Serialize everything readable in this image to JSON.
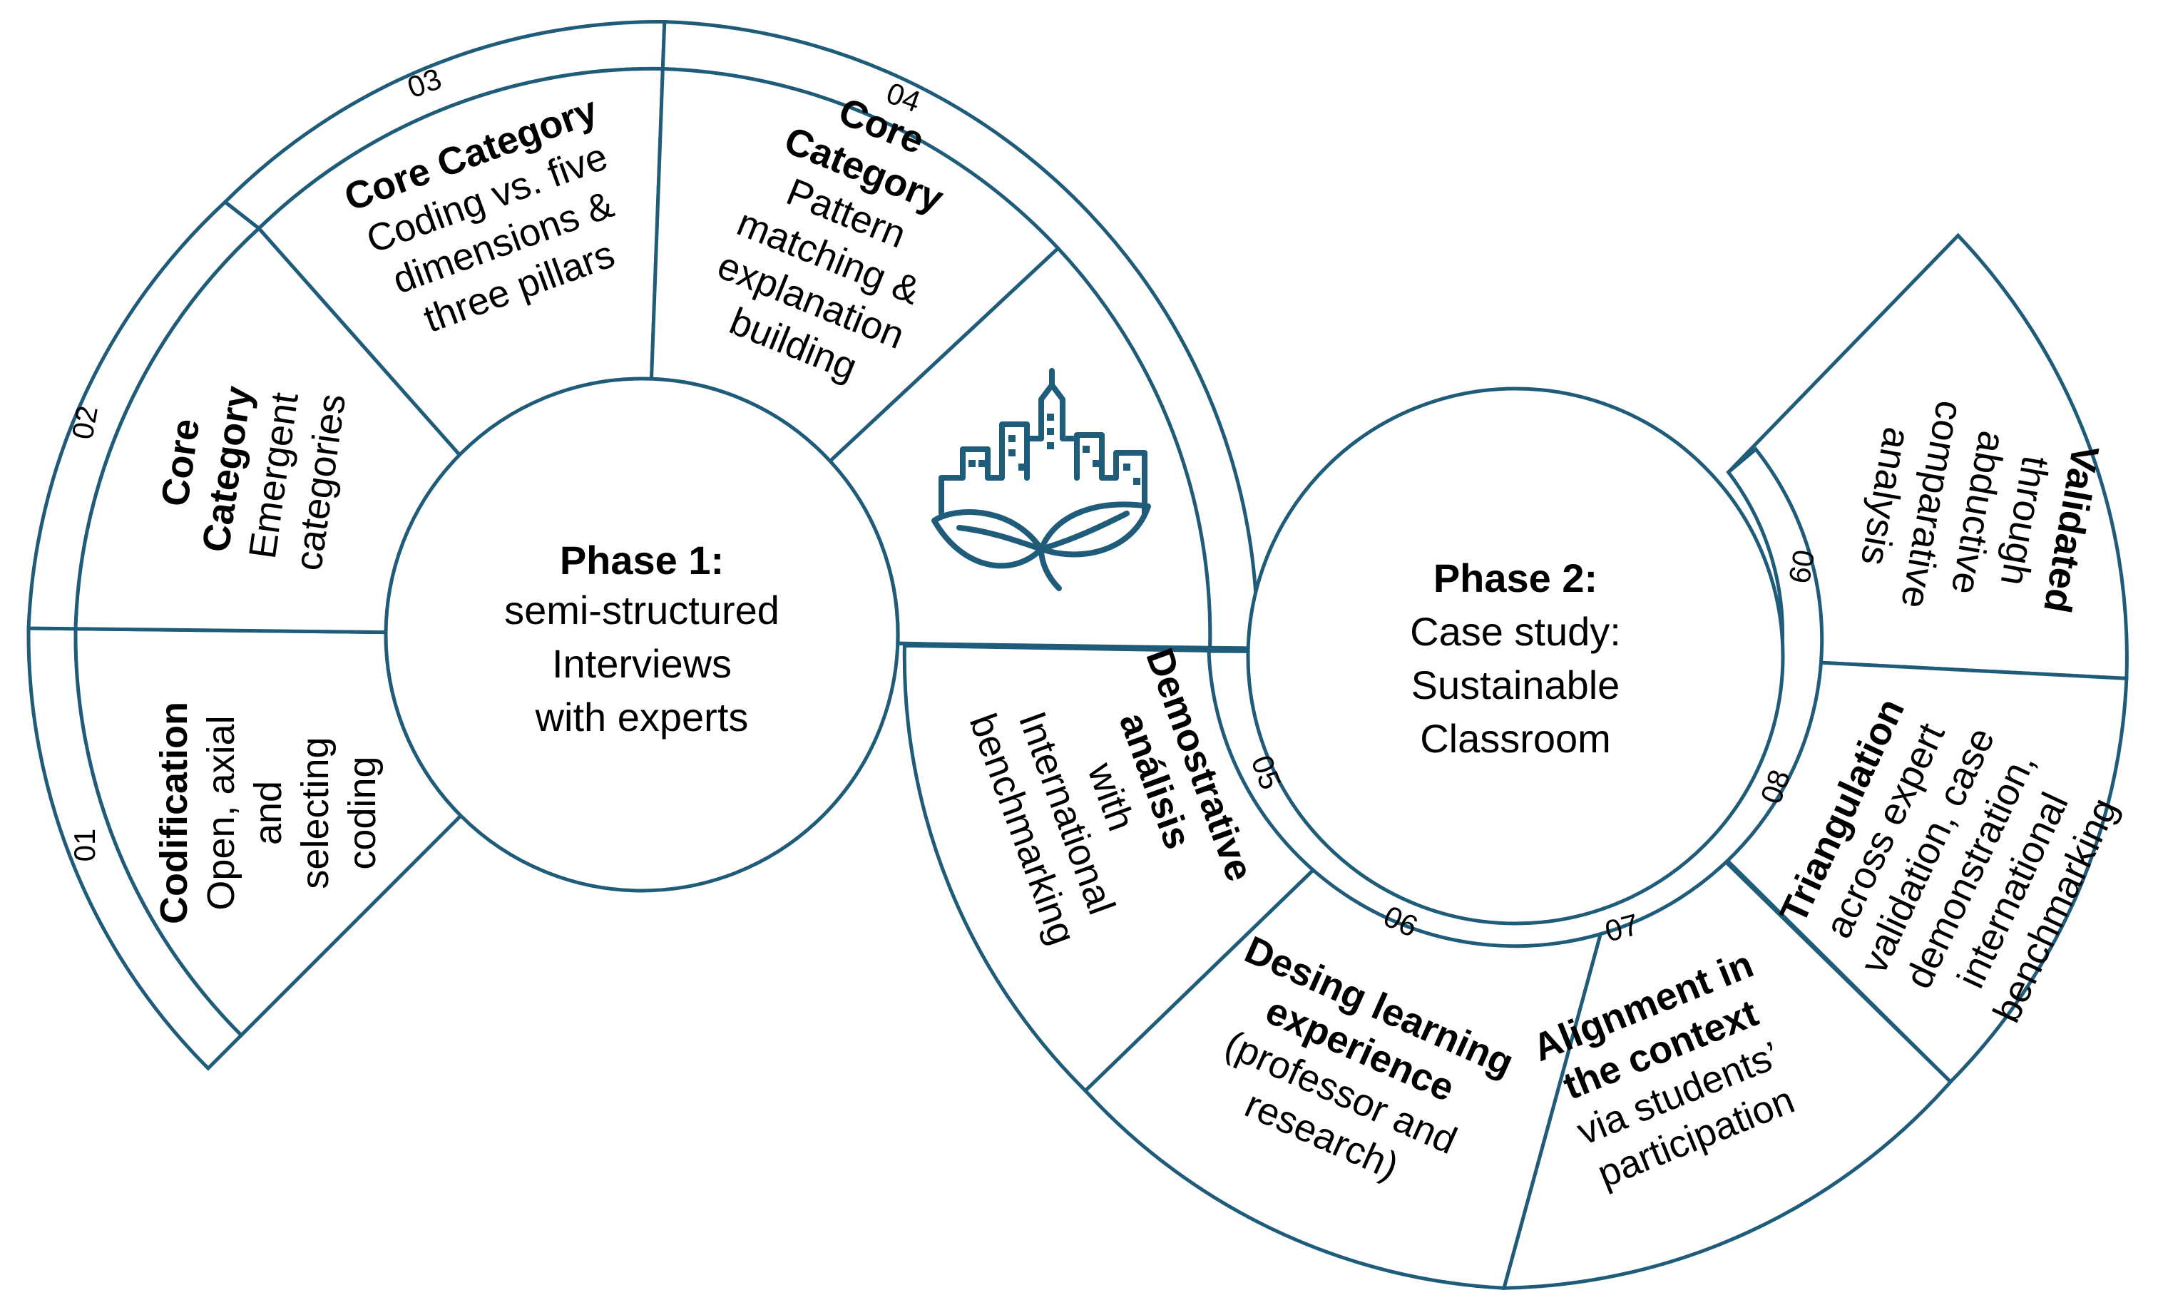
{
  "colors": {
    "stroke": "#1f5c7a",
    "text": "#000000",
    "background": "#ffffff"
  },
  "phase1": {
    "title": "Phase 1:",
    "lines": [
      "semi-structured",
      "Interviews",
      "with experts"
    ]
  },
  "phase2": {
    "title": "Phase 2:",
    "lines": [
      "Case study:",
      "Sustainable",
      "Classroom"
    ]
  },
  "icon": "city-with-leaves-icon",
  "steps": {
    "s01": {
      "number": "01",
      "bold": [
        "Codification"
      ],
      "lines": [
        "Open, axial",
        "and",
        "selecting",
        "coding"
      ]
    },
    "s02": {
      "number": "02",
      "bold": [
        "Core",
        "Category"
      ],
      "lines": [
        "Emergent",
        "categories"
      ]
    },
    "s03": {
      "number": "03",
      "bold": [
        "Core Category"
      ],
      "lines": [
        "Coding vs. five",
        "dimensions &",
        "three pillars"
      ]
    },
    "s04": {
      "number": "04",
      "bold": [
        "Core",
        "Category"
      ],
      "lines": [
        "Pattern",
        "matching &",
        "explanation",
        "building"
      ]
    },
    "s05": {
      "number": "05",
      "bold": [
        "Demostrative",
        "análisis"
      ],
      "lines": [
        "with",
        "International",
        "benchmarking"
      ]
    },
    "s06": {
      "number": "06",
      "bold": [
        "Desing  learning",
        "experience"
      ],
      "lines": [
        "(professor and",
        "research)"
      ]
    },
    "s07": {
      "number": "07",
      "bold": [
        "Alignment in",
        "the context"
      ],
      "lines": [
        "via students’",
        "participation"
      ]
    },
    "s08": {
      "number": "08",
      "bold": [
        "Triangulation"
      ],
      "lines": [
        "across expert",
        "validation, case",
        "demonstration,",
        "international",
        "benchmarking"
      ]
    },
    "s09": {
      "number": "09",
      "bold": [
        "Validated"
      ],
      "lines": [
        "through",
        "abductive",
        "comparative",
        "analysis"
      ]
    }
  }
}
